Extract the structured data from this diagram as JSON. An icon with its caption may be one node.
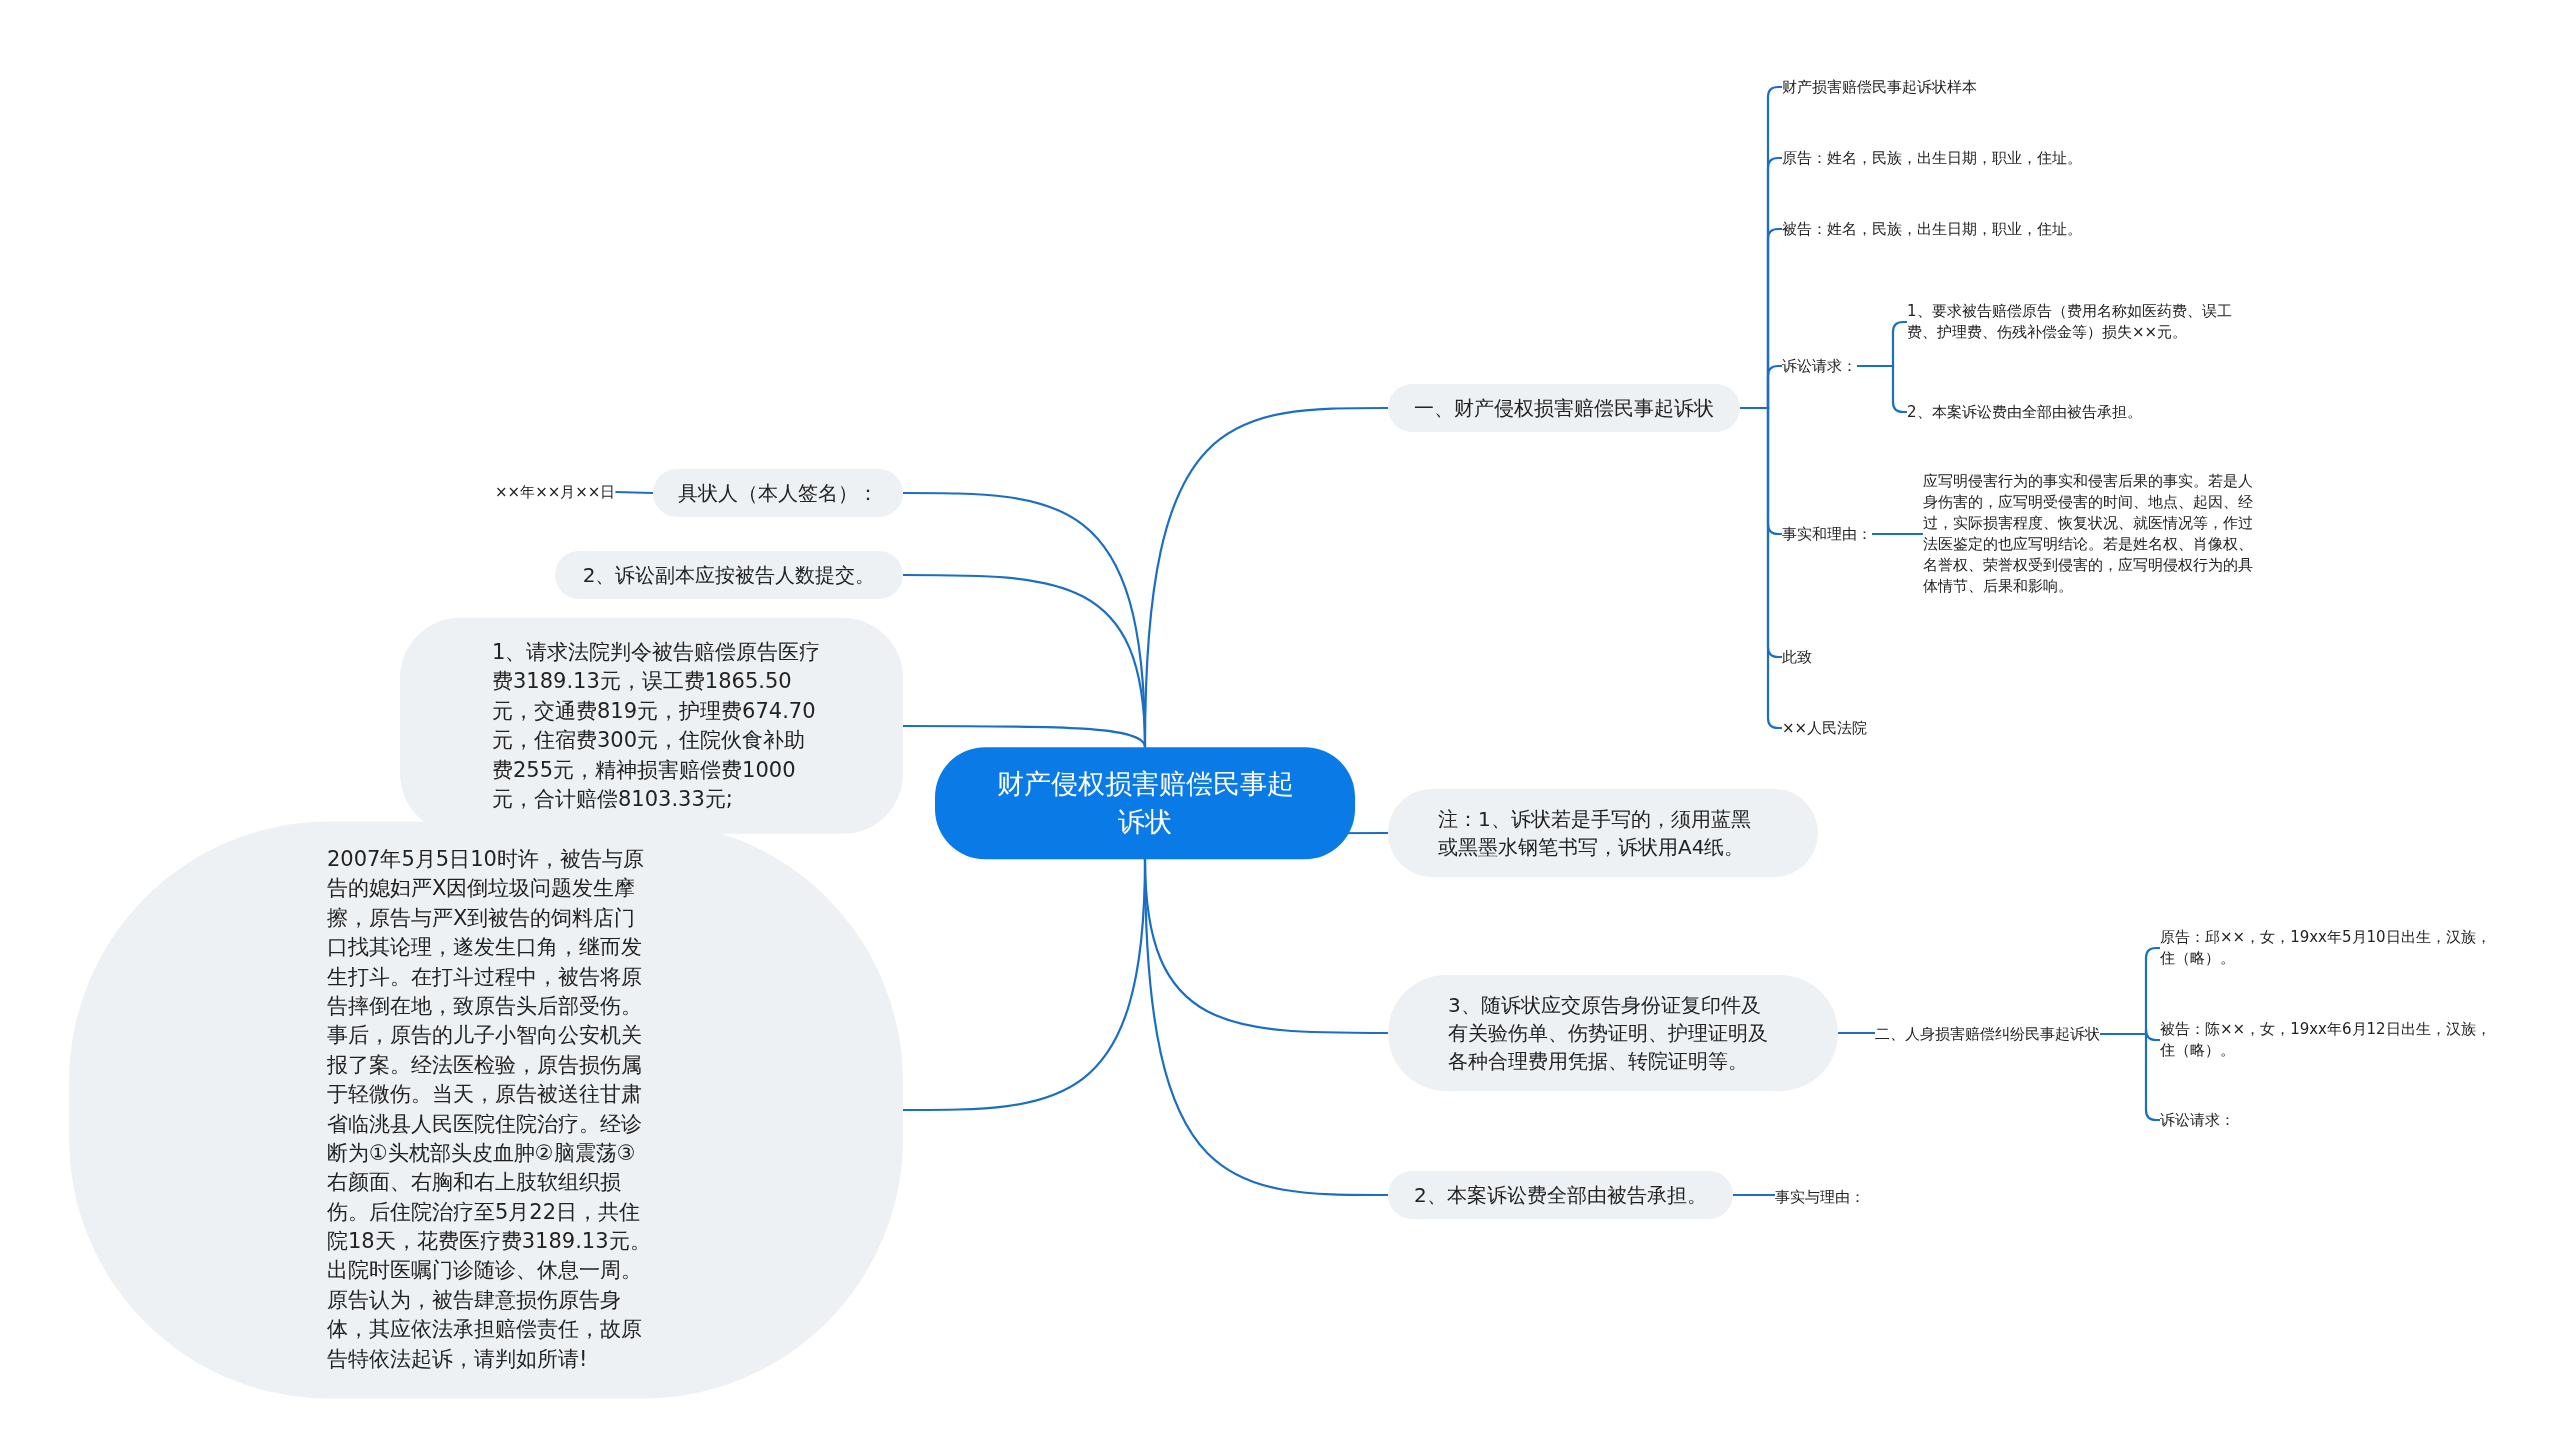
{
  "diagram": {
    "nodes": [
      {
        "text": [
          "财产侵权损害赔偿民事起诉状"
        ]
      },
      {
        "text": [
          "一、财产侵权损害赔偿民事起诉状"
        ]
      },
      {
        "text": [
          "财产损害赔偿民事起诉状样本"
        ]
      },
      {
        "text": [
          "原告：姓名，民族，出生日期，职业，住址。"
        ]
      },
      {
        "text": [
          "被告：姓名，民族，出生日期，职业，住址。"
        ]
      },
      {
        "text": [
          "诉讼请求："
        ]
      },
      {
        "text": [
          "1、要求被告赔偿原告（费用名称如医药费、误工费、护理费、伤残补偿金等）损失××元。"
        ]
      },
      {
        "text": [
          "2、本案诉讼费由全部由被告承担。"
        ]
      },
      {
        "text": [
          "事实和理由："
        ]
      },
      {
        "text": [
          "应写明侵害行为的事实和侵害后果的事实。若是人身伤害的，应写明受侵害的时间、地点、起因、经过，实际损害程度、恢复状况、就医情况等，作过法医鉴定的也应写明结论。若是姓名权、肖像权、名誉权、荣誉权受到侵害的，应写明侵权行为的具体情节、后果和影响。"
        ]
      },
      {
        "text": [
          "此致"
        ]
      },
      {
        "text": [
          "××人民法院"
        ]
      },
      {
        "text": [
          "注：1、诉状若是手写的，须用蓝黑或黑墨水钢笔书写，诉状用A4纸。"
        ]
      },
      {
        "text": [
          "3、随诉状应交原告身份证复印件及有关验伤单、伤势证明、护理证明及各种合理费用凭据、转院证明等。"
        ]
      },
      {
        "text": [
          "二、人身损害赔偿纠纷民事起诉状"
        ]
      },
      {
        "text": [
          "原告：邱××，女，19xx年5月10日出生，汉族，住（略）。"
        ]
      },
      {
        "text": [
          "被告：陈××，女，19xx年6月12日出生，汉族，住（略）。"
        ]
      },
      {
        "text": [
          "诉讼请求："
        ]
      },
      {
        "text": [
          "2、本案诉讼费全部由被告承担。"
        ]
      },
      {
        "text": [
          "事实与理由："
        ]
      },
      {
        "text": [
          "具状人（本人签名）："
        ]
      },
      {
        "text": [
          "××年××月××日"
        ]
      },
      {
        "text": [
          "2、诉讼副本应按被告人数提交。"
        ]
      },
      {
        "text": [
          "1、请求法院判令被告赔偿原告医疗费3189.13元，误工费1865.50元，交通费819元，护理费674.70元，住宿费300元，住院伙食补助费255元，精神损害赔偿费1000元，合计赔偿8103.33元;"
        ]
      },
      {
        "text": [
          "2007年5月5日10时许，被告与原告的媳妇严X因倒垃圾问题发生摩擦，原告与严X到被告的饲料店门口找其论理，遂发生口角，继而发生打斗。在打斗过程中，被告将原告摔倒在地，致原告头后部受伤。事后，原告的儿子小智向公安机关报了案。经法医检验，原告损伤属于轻微伤。当天，原告被送往甘肃省临洮县人民医院住院治疗。经诊断为①头枕部头皮血肿②脑震荡③右颜面、右胸和右上肢软组织损伤。后住院治疗至5月22日，共住院18天，花费医疗费3189.13元。出院时医嘱门诊随诊、休息一周。原告认为，被告肆意损伤原告身体，其应依法承担赔偿责任，故原告特依法起诉，请判如所请!"
        ]
      }
    ],
    "edges": [
      {
        "from": 0,
        "to": 1,
        "arrow": "none"
      },
      {
        "from": 1,
        "to": 2,
        "arrow": "none"
      },
      {
        "from": 1,
        "to": 3,
        "arrow": "none"
      },
      {
        "from": 1,
        "to": 4,
        "arrow": "none"
      },
      {
        "from": 1,
        "to": 5,
        "arrow": "none"
      },
      {
        "from": 5,
        "to": 6,
        "arrow": "none"
      },
      {
        "from": 5,
        "to": 7,
        "arrow": "none"
      },
      {
        "from": 1,
        "to": 8,
        "arrow": "none"
      },
      {
        "from": 8,
        "to": 9,
        "arrow": "none"
      },
      {
        "from": 1,
        "to": 10,
        "arrow": "none"
      },
      {
        "from": 1,
        "to": 11,
        "arrow": "none"
      },
      {
        "from": 0,
        "to": 12,
        "arrow": "none"
      },
      {
        "from": 0,
        "to": 13,
        "arrow": "none"
      },
      {
        "from": 13,
        "to": 14,
        "arrow": "none"
      },
      {
        "from": 14,
        "to": 15,
        "arrow": "none"
      },
      {
        "from": 14,
        "to": 16,
        "arrow": "none"
      },
      {
        "from": 14,
        "to": 17,
        "arrow": "none"
      },
      {
        "from": 0,
        "to": 18,
        "arrow": "none"
      },
      {
        "from": 18,
        "to": 19,
        "arrow": "none"
      },
      {
        "from": 0,
        "to": 20,
        "arrow": "none"
      },
      {
        "from": 20,
        "to": 21,
        "arrow": "none"
      },
      {
        "from": 0,
        "to": 22,
        "arrow": "none"
      },
      {
        "from": 0,
        "to": 23,
        "arrow": "none"
      },
      {
        "from": 0,
        "to": 24,
        "arrow": "none"
      }
    ]
  }
}
